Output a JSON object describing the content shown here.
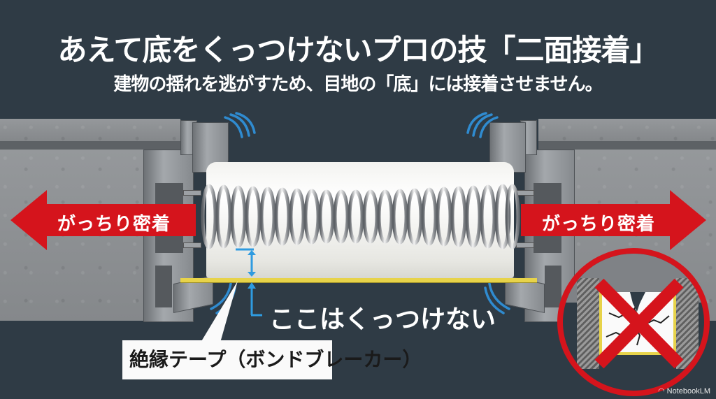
{
  "header": {
    "title": "あえて底をくっつけないプロの技「二面接着」",
    "subtitle": "建物の揺れを逃がすため、目地の「底」には接着させません。"
  },
  "diagram": {
    "left_arrow_label": "がっちり密着",
    "right_arrow_label": "がっちり密着",
    "gap_label": "ここはくっつけない",
    "callout_label": "絶縁テープ（ボンドブレーカー）",
    "icons": {
      "left_arrow": "arrow-left-icon",
      "right_arrow": "arrow-right-icon",
      "gap_arrow": "double-arrow-vertical-icon",
      "no_good": "prohibited-cross-icon",
      "spring": "spring-icon",
      "vibration": "vibration-waves-icon"
    }
  },
  "colors": {
    "background": "#2f3b45",
    "arrow_red": "#d5141c",
    "tape_yellow": "#e7d34a",
    "indicator_blue": "#2f9be0",
    "wave_blue": "#2f8bd0"
  },
  "watermark": {
    "label": "NotebookLM"
  }
}
